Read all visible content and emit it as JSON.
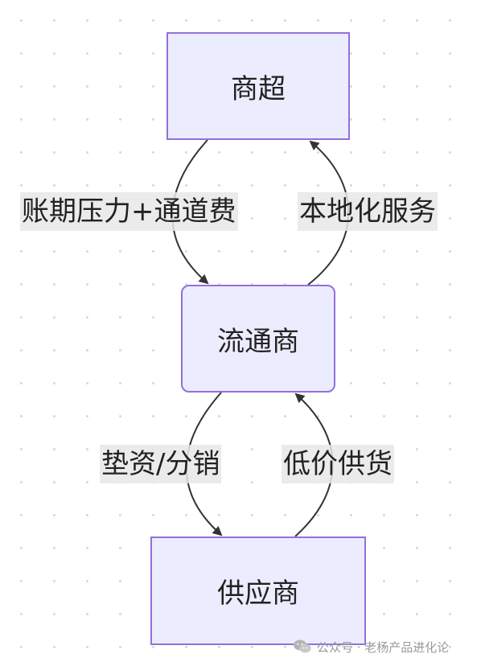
{
  "nodes": {
    "top": "商超",
    "middle": "流通商",
    "bottom": "供应商"
  },
  "edges": {
    "top_to_middle": "账期压力+通道费",
    "middle_to_top": "本地化服务",
    "middle_to_bottom": "垫资/分销",
    "bottom_to_middle": "低价供货"
  },
  "watermark": {
    "text": "公众号 · 老杨产品进化论",
    "icon": "wechat-icon"
  },
  "colors": {
    "node_fill": "#ececff",
    "node_border": "#9370db",
    "edge": "#333333",
    "label_bg": "#e8e8e8"
  }
}
